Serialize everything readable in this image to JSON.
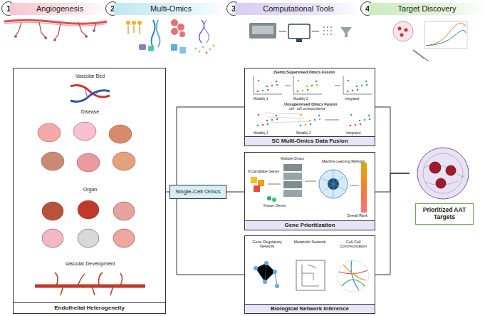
{
  "diagram": {
    "nodes": [
      {
        "text": [
          "1"
        ]
      },
      {
        "text": [
          "Angiogenesis"
        ]
      },
      {
        "text": [
          "2"
        ]
      },
      {
        "text": [
          "Multi-Omics"
        ]
      },
      {
        "text": [
          "3"
        ]
      },
      {
        "text": [
          "Computational Tools"
        ]
      },
      {
        "text": [
          "4"
        ]
      },
      {
        "text": [
          "Target Discovery"
        ]
      },
      {
        "text": [
          "Vascular Bed",
          "Disease",
          "Organ",
          "Vascular Development"
        ]
      },
      {
        "text": [
          "Endothelial Heterogeneity"
        ],
        "in": 8
      },
      {
        "text": [
          "Single-Cell Omics"
        ]
      },
      {
        "text": [
          "(Semi) Supervised Omics Fusion",
          "Modality 1",
          "Modality 2",
          "Integrated",
          "Unsupervised Omics Fusion",
          "cell - cell correspondence",
          "Modality 1",
          "Modality 2",
          "Integrated"
        ]
      },
      {
        "text": [
          "SC Multi-Omics Data Fusion"
        ],
        "in": 11
      },
      {
        "text": [
          "Multiple Omics",
          "N Candidate Genes",
          "Machine Learning Methods",
          "Known Genes",
          "Overall Rank"
        ]
      },
      {
        "text": [
          "Gene Prioritization"
        ],
        "in": 13
      },
      {
        "text": [
          "Gene Regulatory Network",
          "Metabolic Network",
          "Cell-Cell Communication"
        ]
      },
      {
        "text": [
          "Biological Network Inference"
        ],
        "in": 15
      },
      {
        "text": [
          "Prioritized AAT Targets"
        ]
      }
    ],
    "edges": [
      {
        "from": 8,
        "to": 10,
        "arrow": "none"
      },
      {
        "from": 10,
        "to": 11,
        "arrow": "none"
      },
      {
        "from": 10,
        "to": 13,
        "arrow": "none"
      },
      {
        "from": 10,
        "to": 15,
        "arrow": "none"
      },
      {
        "from": 11,
        "to": 17,
        "arrow": "none"
      },
      {
        "from": 13,
        "to": 17,
        "arrow": "none"
      },
      {
        "from": 15,
        "to": 17,
        "arrow": "none"
      }
    ]
  }
}
